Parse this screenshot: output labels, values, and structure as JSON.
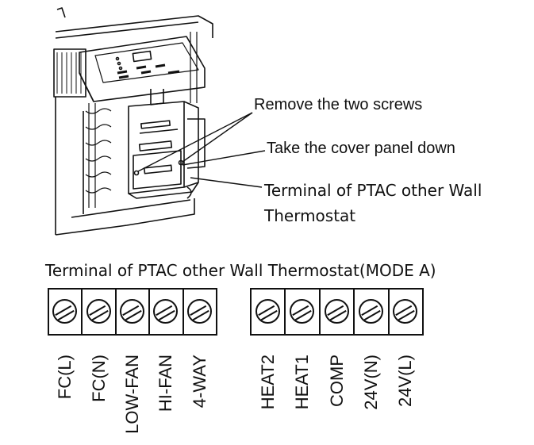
{
  "callouts": {
    "screws": "Remove the two screws",
    "cover": "Take the cover panel down",
    "terminal_line1": "Terminal of PTAC other Wall",
    "terminal_line2": "Thermostat"
  },
  "strip": {
    "title": "Terminal of PTAC other Wall Thermostat(MODE A)",
    "left_terminals": [
      {
        "label": "FC(L)"
      },
      {
        "label": "FC(N)"
      },
      {
        "label": "LOW-FAN"
      },
      {
        "label": "HI-FAN"
      },
      {
        "label": "4-WAY"
      }
    ],
    "right_terminals": [
      {
        "label": "HEAT2"
      },
      {
        "label": "HEAT1"
      },
      {
        "label": "COMP"
      },
      {
        "label": "24V(N)"
      },
      {
        "label": "24V(L)"
      }
    ]
  }
}
